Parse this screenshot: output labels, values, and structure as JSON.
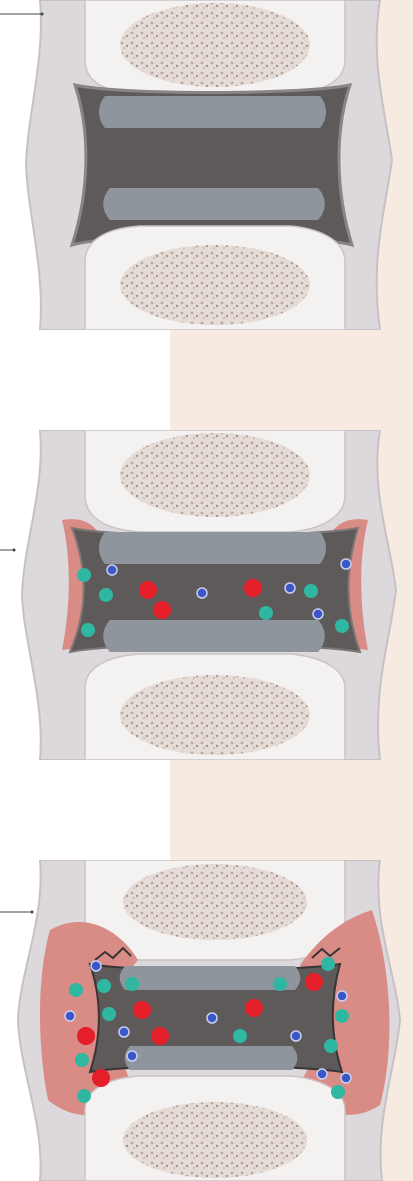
{
  "figure": {
    "colors": {
      "background": "#ffffff",
      "right_band": "#f7ebe1",
      "bone_cortex": "#f4f2f0",
      "marrow": "#cbbcb4",
      "capsule": "#dcd8dc",
      "cartilage": "#8e959d",
      "synovial_cavity": "#5f5a5a",
      "inflamed_synovium": "#d98c86",
      "cell_red": "#e41f2a",
      "cell_teal": "#2fb7a2",
      "cell_blue": "#3b56c6"
    },
    "panels": [
      {
        "stage": "healthy",
        "icons": [
          "bone-icon",
          "cartilage-icon",
          "synovial-fluid-icon"
        ]
      },
      {
        "stage": "early-inflammation",
        "icons": [
          "red-cell-icon",
          "teal-cell-icon",
          "blue-cell-icon"
        ]
      },
      {
        "stage": "advanced-erosion",
        "icons": [
          "red-cell-icon",
          "teal-cell-icon",
          "blue-cell-icon",
          "erosion-icon"
        ]
      }
    ]
  }
}
